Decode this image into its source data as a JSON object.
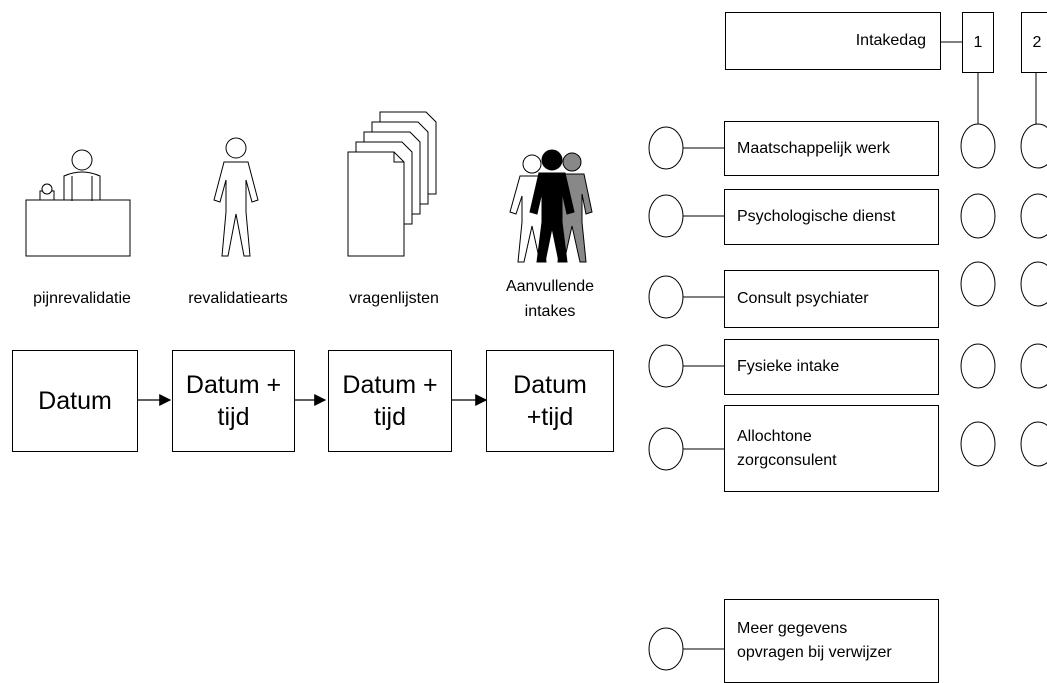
{
  "icons": [
    {
      "name": "reception-desk-icon",
      "label": "pijnrevalidatie"
    },
    {
      "name": "person-icon",
      "label": "revalidatiearts"
    },
    {
      "name": "documents-stack-icon",
      "label": "vragenlijsten"
    },
    {
      "name": "people-group-icon",
      "label": "Aanvullende\nintakes"
    }
  ],
  "flow": [
    {
      "text": "Datum"
    },
    {
      "text": "Datum +\ntijd"
    },
    {
      "text": "Datum +\ntijd"
    },
    {
      "text": "Datum\n+tijd"
    }
  ],
  "intake": {
    "label": "Intakedag",
    "days": [
      "1",
      "2"
    ]
  },
  "services": [
    {
      "label": "Maatschappelijk werk"
    },
    {
      "label": "Psychologische dienst"
    },
    {
      "label": "Consult psychiater"
    },
    {
      "label": "Fysieke intake"
    },
    {
      "label": "Allochtone\nzorgconsulent"
    }
  ],
  "extra": {
    "label": "Meer gegevens\nopvragen bij verwijzer"
  }
}
